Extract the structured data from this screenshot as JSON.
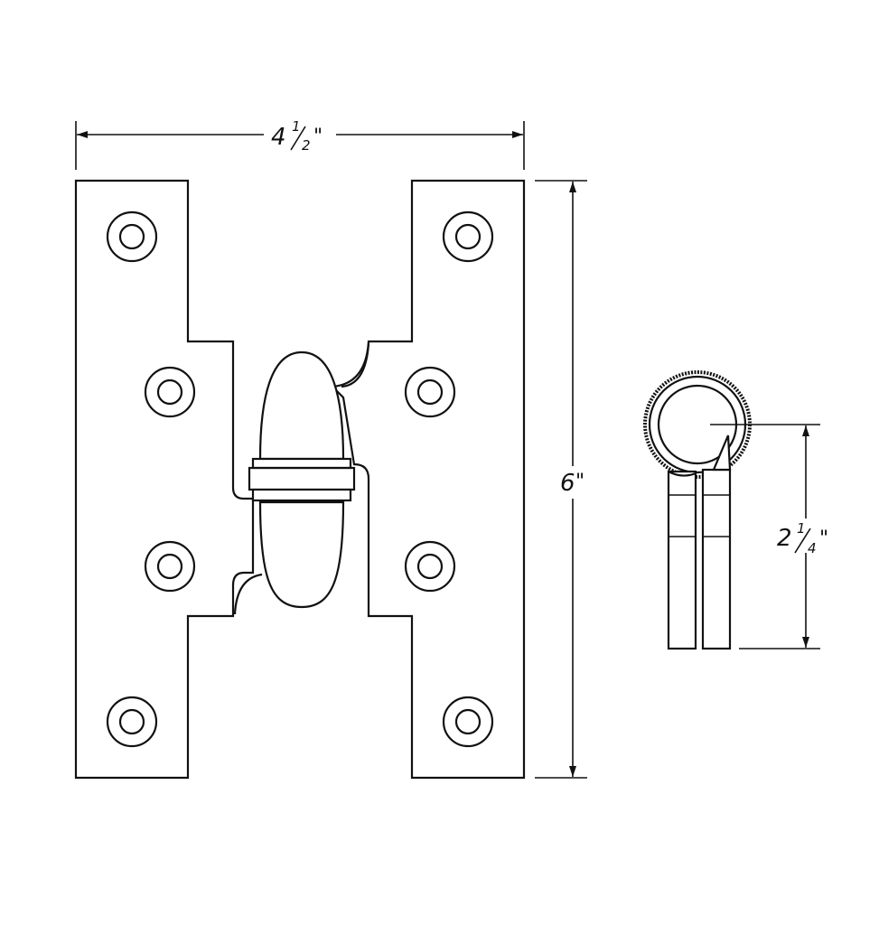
{
  "dimensions": {
    "width": {
      "whole": "4",
      "num": "1",
      "den": "2",
      "unit": "\""
    },
    "height": {
      "whole": "6",
      "unit": "\""
    },
    "projection": {
      "whole": "2",
      "num": "1",
      "den": "4",
      "unit": "\""
    }
  },
  "colors": {
    "line": "#111111",
    "background": "#ffffff"
  }
}
